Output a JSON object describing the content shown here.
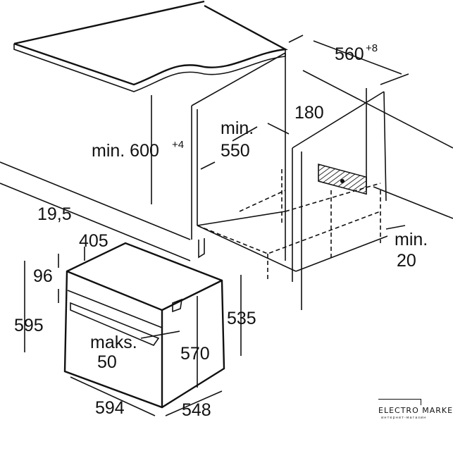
{
  "dimensions": {
    "niche_width": "560",
    "niche_width_tol": "+8",
    "niche_height_prefix": "min. 600",
    "niche_height_tol": "+4",
    "depth_min_label": "min.",
    "depth_min_value": "550",
    "vent_gap": "180",
    "side_gap_label": "min.",
    "side_gap_value": "20",
    "handle_offset": "19,5",
    "top_depth": "405",
    "panel_height": "96",
    "oven_height": "595",
    "overhang_label": "maks.",
    "overhang_value": "50",
    "inner_height": "570",
    "side_height": "535",
    "oven_width": "594",
    "oven_depth": "548"
  },
  "watermark": {
    "brand": "ELECTRO MARKET",
    "subtitle": "интернет-магазин"
  }
}
